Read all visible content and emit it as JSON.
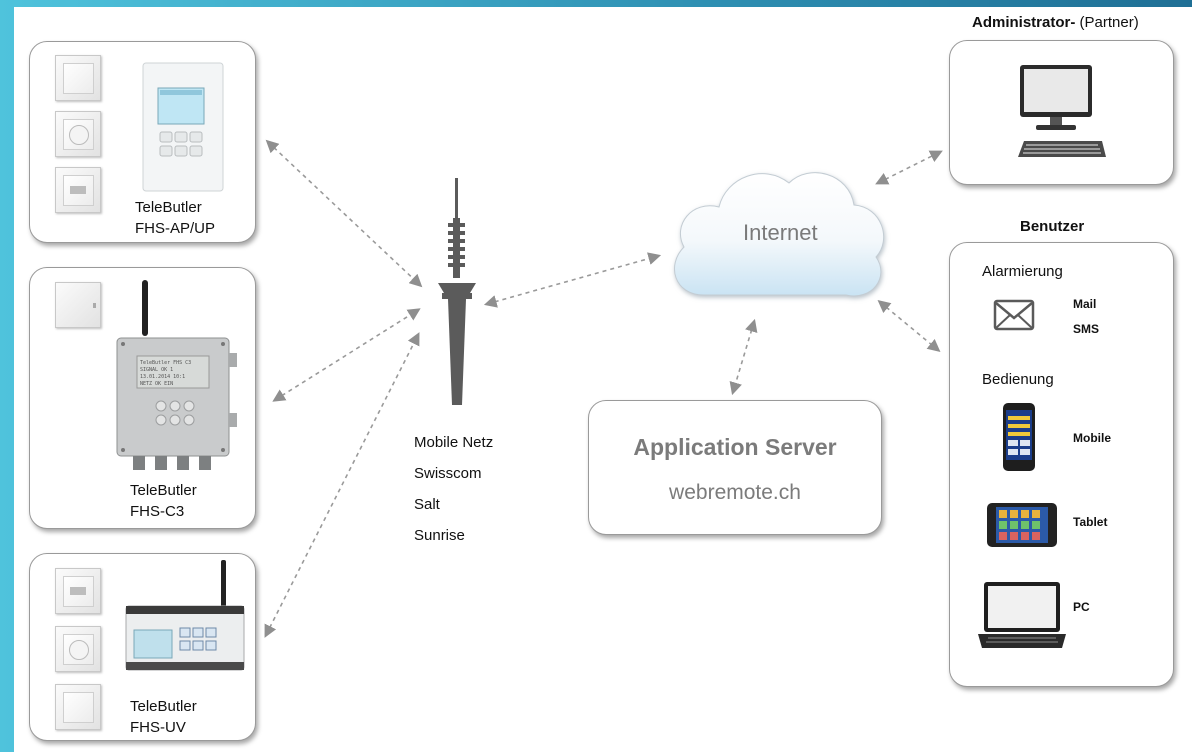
{
  "devices": [
    {
      "name": "TeleButler",
      "model": "FHS-AP/UP"
    },
    {
      "name": "TeleButler",
      "model": "FHS-C3"
    },
    {
      "name": "TeleButler",
      "model": "FHS-UV"
    }
  ],
  "network": {
    "lines": [
      "Mobile Netz",
      "Swisscom",
      "Salt",
      "Sunrise"
    ]
  },
  "internet": {
    "label": "Internet"
  },
  "server": {
    "title": "Application Server",
    "url": "webremote.ch"
  },
  "admin": {
    "title_bold": "Administrator-",
    "title_rest": " (Partner)"
  },
  "users": {
    "title": "Benutzer",
    "alarm_heading": "Alarmierung",
    "alarm_items": [
      "Mail",
      "SMS"
    ],
    "control_heading": "Bedienung",
    "control_items": [
      "Mobile",
      "Tablet",
      "PC"
    ]
  }
}
